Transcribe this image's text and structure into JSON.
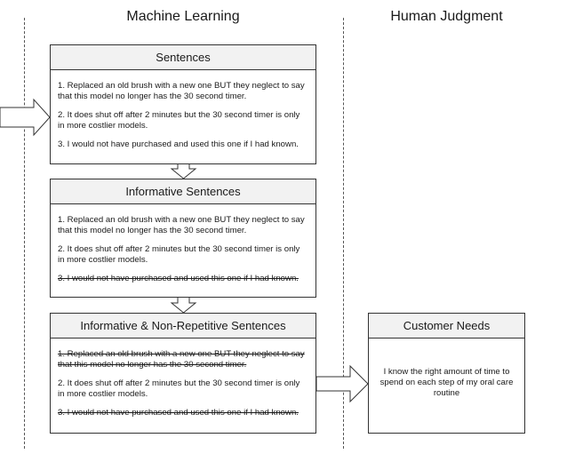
{
  "columns": {
    "machine": "Machine Learning",
    "human": "Human Judgment"
  },
  "boxes": {
    "sentences": {
      "title": "Sentences",
      "items": [
        "1. Replaced an old brush with a new one BUT they neglect to say that this model no longer has the 30 second timer.",
        "2. It does shut off after 2 minutes but the 30 second timer is only in more costlier models.",
        "3. I would not have purchased and used this one if I had known."
      ]
    },
    "informative": {
      "title": "Informative Sentences",
      "items": [
        "1. Replaced an old brush with a new one BUT they neglect to say that this model no longer has the 30 second timer.",
        "2. It does shut off after 2 minutes but the 30 second timer is only in more costlier models.",
        "3. I would not have purchased and used this one if I had known."
      ],
      "struck": [
        false,
        false,
        true
      ]
    },
    "nonrepetitive": {
      "title": "Informative & Non-Repetitive Sentences",
      "items": [
        "1. Replaced an old brush with a new one BUT they neglect to say that this model no longer has the 30 second timer.",
        "2. It does shut off after 2 minutes but the 30 second timer is only in more costlier models.",
        "3. I would not have purchased and used this one if I had known."
      ],
      "struck": [
        true,
        false,
        true
      ]
    },
    "needs": {
      "title": "Customer Needs",
      "text": "I know the right amount of time to spend on each step of my oral care routine"
    }
  },
  "colors": {
    "border": "#333333",
    "header_fill": "#f2f2f2",
    "arrow_fill": "#ffffff"
  }
}
